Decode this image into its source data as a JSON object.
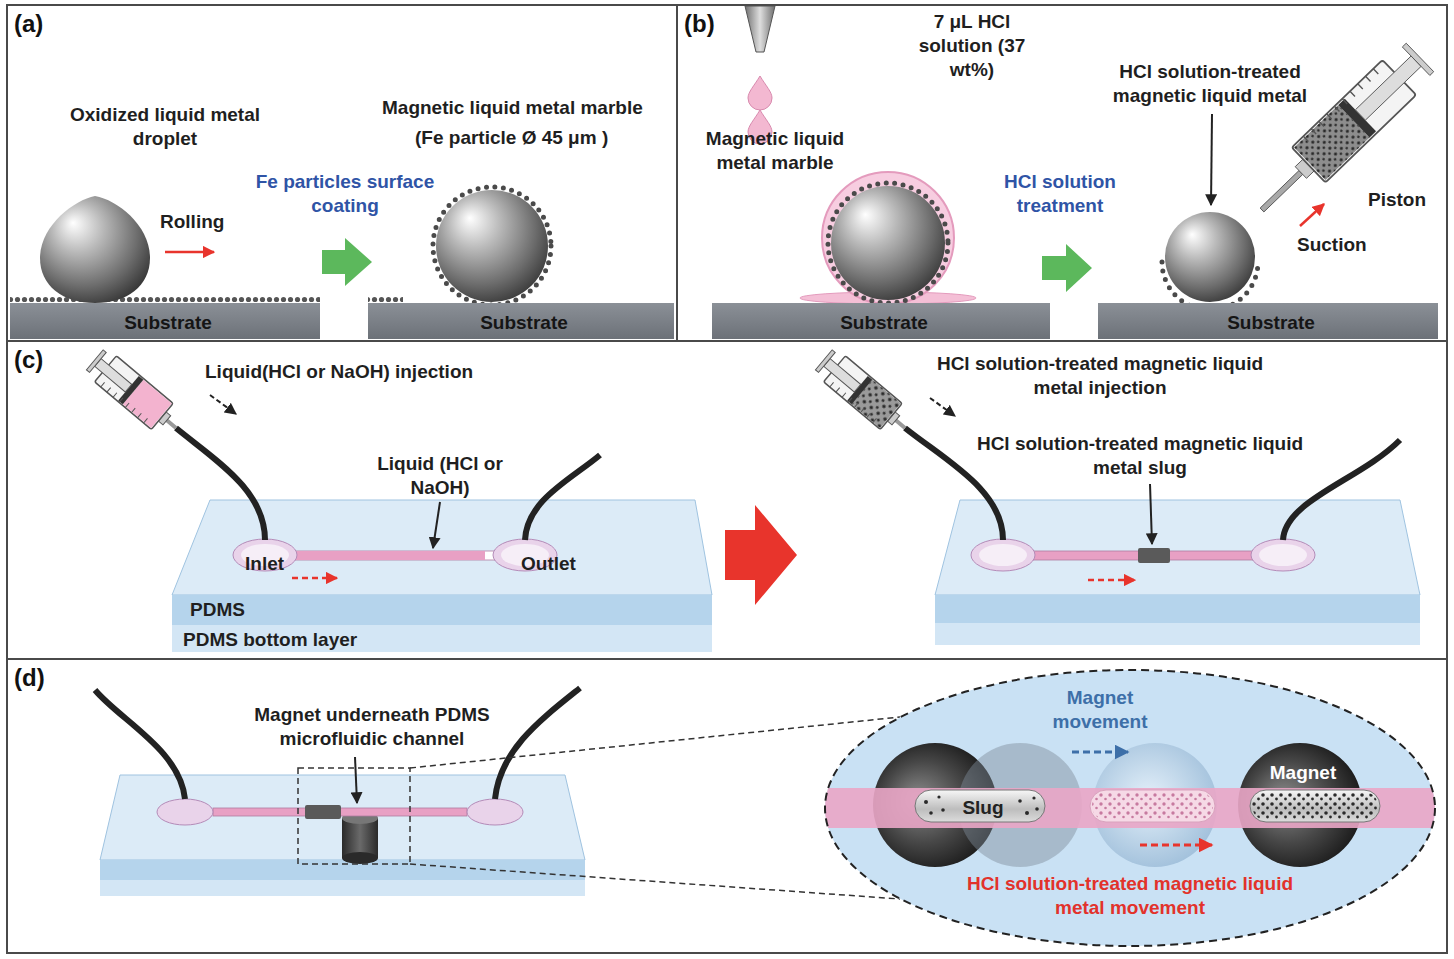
{
  "diagram": {
    "nodes": [
      {
        "text": [
          "(a)"
        ]
      },
      {
        "text": [
          "Substrate"
        ],
        "in": 0
      },
      {
        "text": [
          "Substrate"
        ],
        "in": 0
      },
      {
        "text": [
          "(b)"
        ]
      },
      {
        "text": [
          "Substrate"
        ],
        "in": 3
      },
      {
        "text": [
          "Substrate"
        ],
        "in": 3
      },
      {
        "text": [
          "(c)"
        ]
      },
      {
        "text": [
          "(d)"
        ]
      },
      {
        "text": [
          "Slug"
        ],
        "in": 7
      },
      {
        "text": [
          "Magnet"
        ],
        "in": 7
      }
    ],
    "labels": [
      "Oxidized liquid metal droplet",
      "Rolling",
      "Fe particles surface coating",
      "Magnetic liquid metal marble",
      "(Fe particle Ø 45 μm )",
      "7 μL HCl solution (37 wt%)",
      "Magnetic liquid metal marble",
      "HCl solution treatment",
      "HCl solution-treated magnetic liquid metal",
      "Piston",
      "Suction",
      "Liquid(HCl or NaOH) injection",
      "Liquid (HCl or NaOH)",
      "Inlet",
      "Outlet",
      "PDMS",
      "PDMS bottom layer",
      "HCl solution-treated magnetic liquid metal injection",
      "HCl solution-treated magnetic liquid metal slug",
      "Magnet underneath PDMS microfluidic channel",
      "Magnet movement",
      "HCl solution-treated magnetic liquid metal movement"
    ]
  }
}
